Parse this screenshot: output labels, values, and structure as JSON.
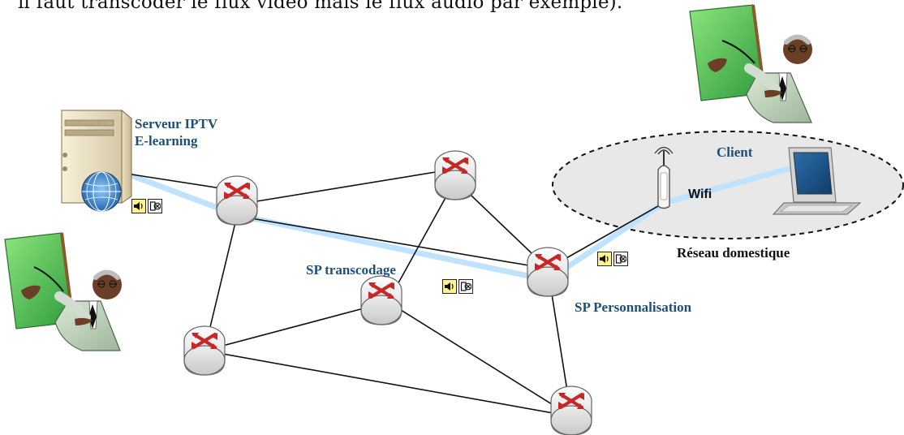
{
  "header_text": "il faut transcoder le flux vidéo mais le flux audio par exemple).",
  "labels": {
    "server_title_line1": "Serveur IPTV",
    "server_title_line2": "E-learning",
    "client": "Client",
    "wifi": "Wifi",
    "home_network": "Réseau domestique",
    "sp_transcoding": "SP transcodage",
    "sp_personalization": "SP Personnalisation"
  },
  "icons": {
    "server": "server-icon",
    "router": "router-icon",
    "wifi_access_point": "wifi-access-point-icon",
    "laptop": "laptop-icon",
    "presenter": "presenter-icon",
    "audio": "speaker-icon",
    "video_blocked": "video-blocked-icon"
  },
  "colors": {
    "label_blue": "#1f4e79",
    "flow_blue": "#bfe3ff",
    "home_network_fill": "#e8e8e8",
    "router_red": "#c62828",
    "media_yellow": "#fff58a",
    "board_green": "#4caf50"
  }
}
